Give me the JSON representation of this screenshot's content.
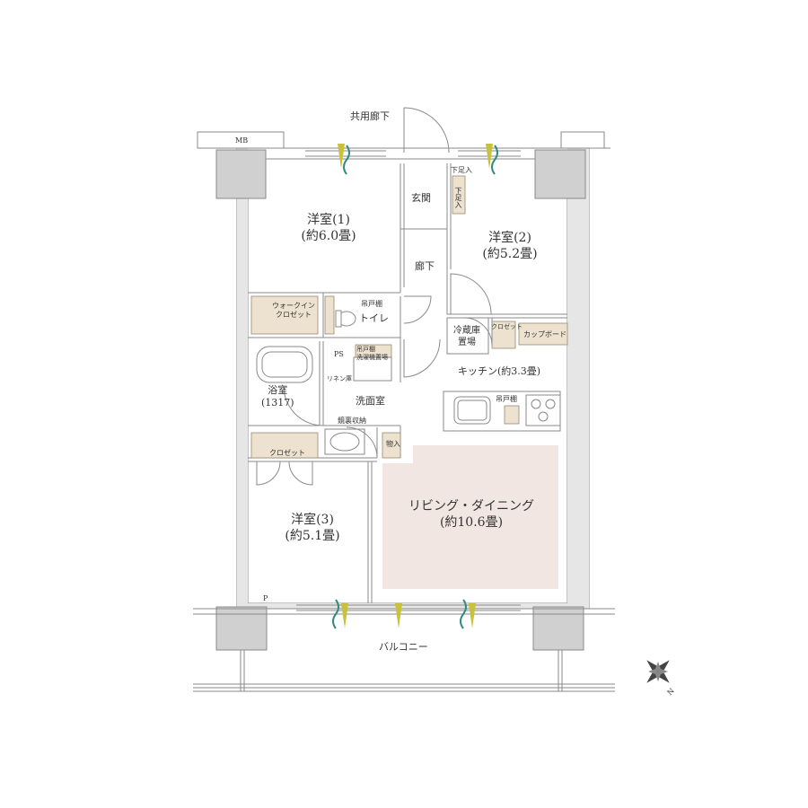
{
  "plan": {
    "common_corridor": "共用廊下",
    "mb": "MB",
    "entrance": "玄関",
    "shoe_storage_1": "下足入",
    "shoe_storage_2": "下足入",
    "corridor": "廊下",
    "western_room_1": {
      "name": "洋室(1)",
      "area": "(約6.0畳)"
    },
    "western_room_2": {
      "name": "洋室(2)",
      "area": "(約5.2畳)"
    },
    "western_room_3": {
      "name": "洋室(3)",
      "area": "(約5.1畳)"
    },
    "walk_in_closet_1": "ウォークイン",
    "walk_in_closet_2": "クロゼット",
    "hanging_shelf_toilet": "吊戸棚",
    "toilet": "トイレ",
    "fridge_space_1": "冷蔵庫",
    "fridge_space_2": "置場",
    "closet_small": "クロゼット",
    "cupboard": "カップボード",
    "ps": "PS",
    "laundry_shelf_1": "吊戸棚",
    "laundry_shelf_2": "洗濯機置場",
    "linen": "リネン庫",
    "kitchen": "キッチン(約3.3畳)",
    "hanging_shelf_kitchen": "吊戸棚",
    "bathroom": {
      "name": "浴室",
      "size": "(1317)"
    },
    "washroom": "洗面室",
    "vanity_storage": "鏡裏収納",
    "storage": "物入",
    "closet": "クロゼット",
    "living": {
      "name": "リビング・ダイニング",
      "area": "(約10.6畳)"
    },
    "p": "P",
    "balcony": "バルコニー",
    "compass_n": "N"
  },
  "colors": {
    "wall": "#cfcfcf",
    "wall_line": "#8a8a8a",
    "storage_fill": "#ece2cf",
    "living_fill": "#f1e6e2",
    "column": "#d0d0d0",
    "vent_yellow": "#c8c23a",
    "vent_green": "#2f8b7b"
  }
}
